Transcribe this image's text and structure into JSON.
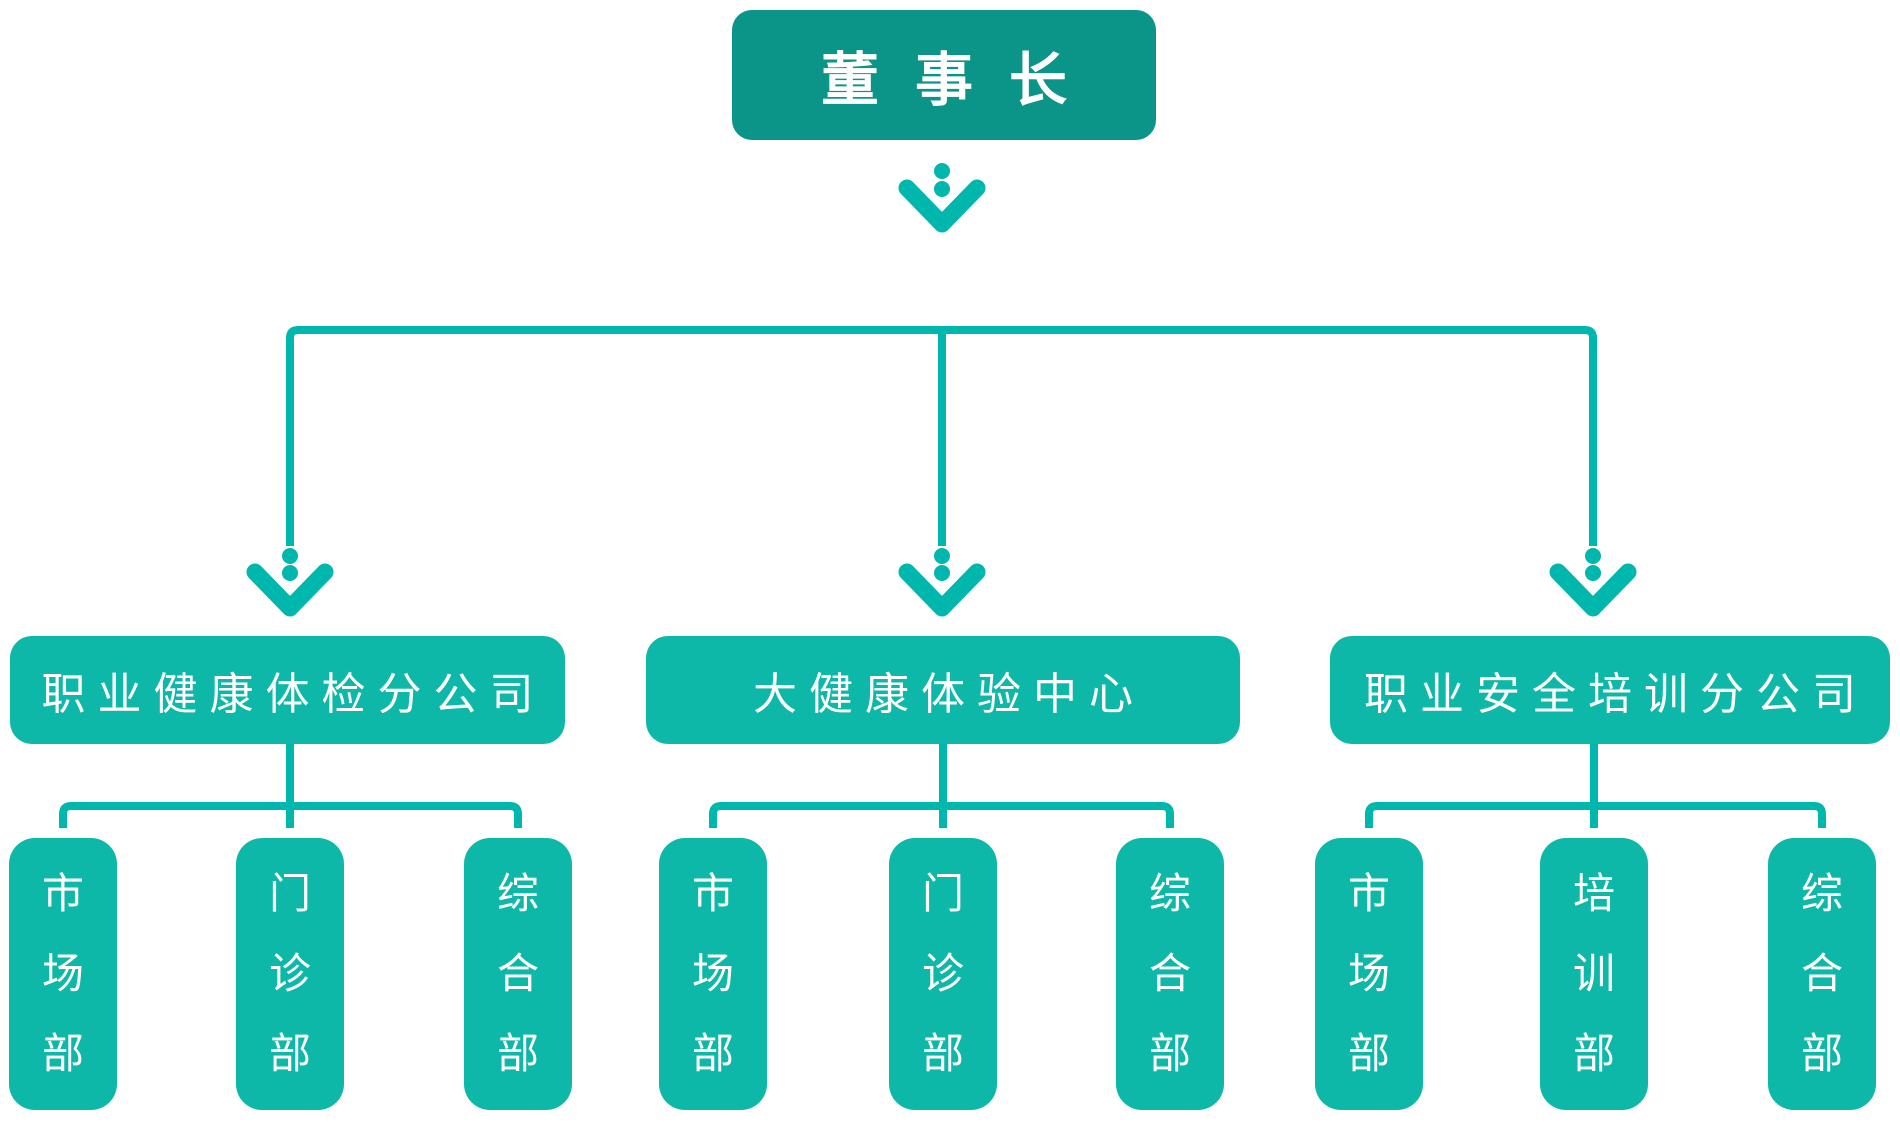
{
  "root": {
    "label": "董事长"
  },
  "branches": [
    {
      "label": "职业健康体检分公司",
      "departments": [
        "市场部",
        "门诊部",
        "综合部"
      ]
    },
    {
      "label": "大健康体验中心",
      "departments": [
        "市场部",
        "门诊部",
        "综合部"
      ]
    },
    {
      "label": "职业安全培训分公司",
      "departments": [
        "市场部",
        "培训部",
        "综合部"
      ]
    }
  ],
  "colors": {
    "root_box": "#0b9488",
    "node_box": "#0eb8a8",
    "connector": "#00b7ad",
    "text": "#ffffff"
  }
}
